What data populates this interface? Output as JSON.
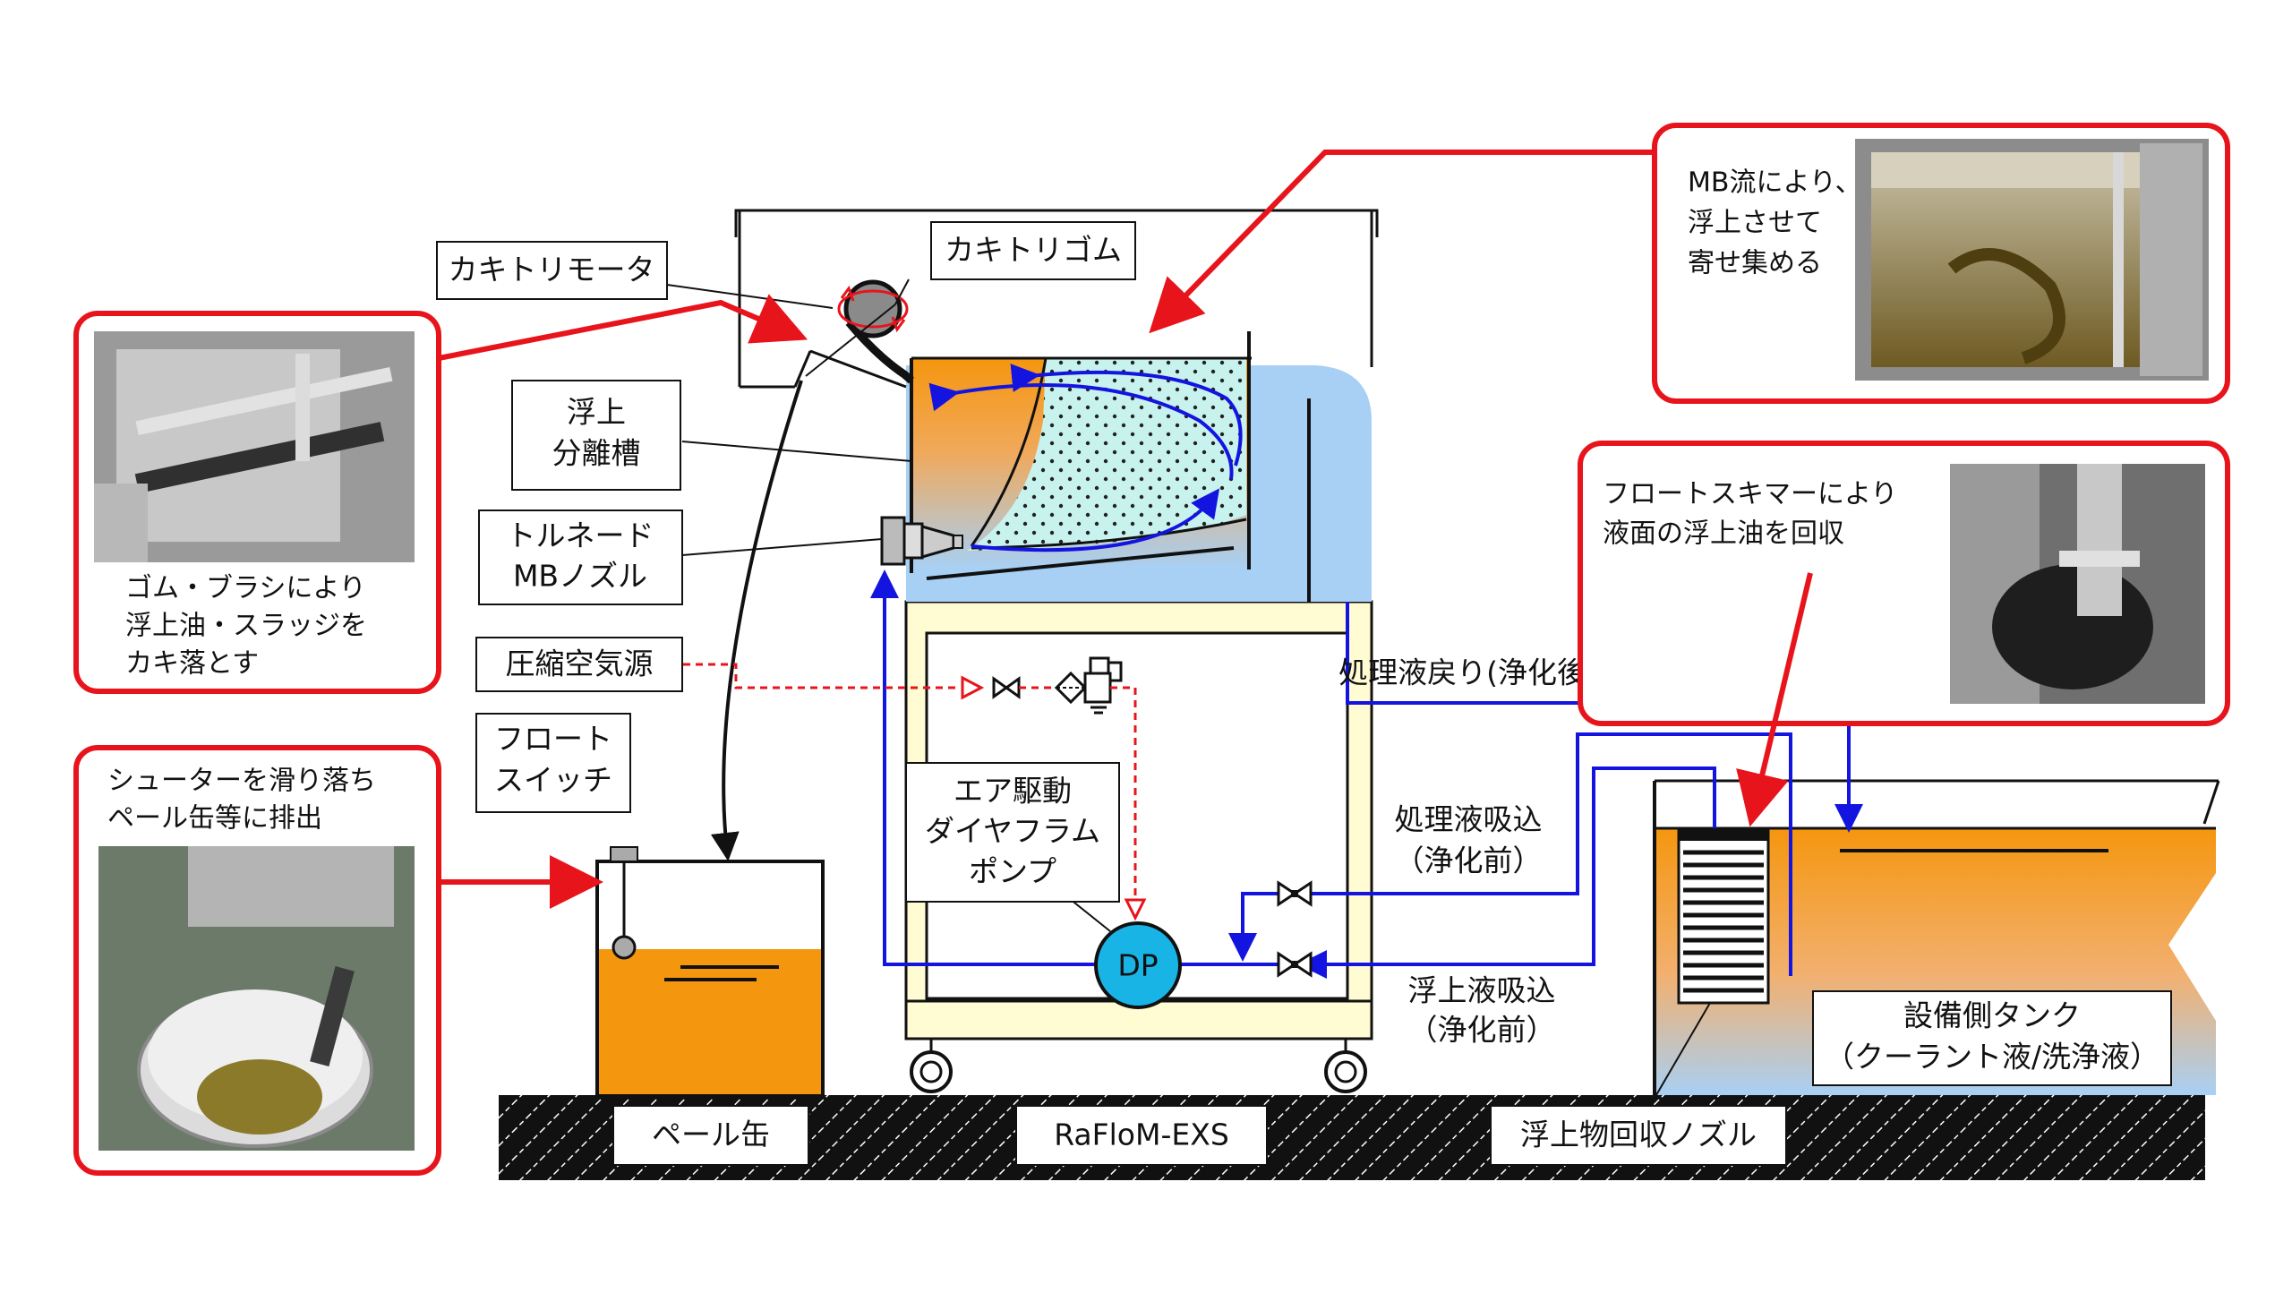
{
  "labels": {
    "scraper_motor": "カキトリモータ",
    "scraper_rubber": "カキトリゴム",
    "flotation_tank_1": "浮上",
    "flotation_tank_2": "分離槽",
    "tornado_1": "トルネード",
    "tornado_2": "MBノズル",
    "air_source": "圧縮空気源",
    "float_switch_1": "フロート",
    "float_switch_2": "スイッチ",
    "pump_1": "エア駆動",
    "pump_2": "ダイヤフラム",
    "pump_3": "ポンプ",
    "dp": "DP",
    "return_line": "処理液戻り(浄化後)",
    "intake_1": "処理液吸込",
    "intake_2": "（浄化前）",
    "float_intake_1": "浮上液吸込",
    "float_intake_2": "（浄化前）",
    "equipment_tank_1": "設備側タンク",
    "equipment_tank_2": "（クーラント液/洗浄液）",
    "pail": "ペール缶",
    "product": "RaFloM-EXS",
    "collection_nozzle": "浮上物回収ノズル"
  },
  "callouts": {
    "brush": [
      "ゴム・ブラシにより",
      "浮上油・スラッジを",
      "カキ落とす"
    ],
    "chute": [
      "シューターを滑り落ち",
      "ペール缶等に排出"
    ],
    "mb": [
      "MB流により、",
      "浮上させて",
      "寄せ集める"
    ],
    "skimmer": [
      "フロートスキマーにより",
      "液面の浮上油を回収"
    ]
  },
  "colors": {
    "callout_red": "#e8141c",
    "flow_blue": "#1414e0",
    "oil_orange": "#f5960f",
    "water_blue": "#a8d0f4",
    "frame_cream": "#fffbd2",
    "pump_cyan": "#19b4e6"
  }
}
